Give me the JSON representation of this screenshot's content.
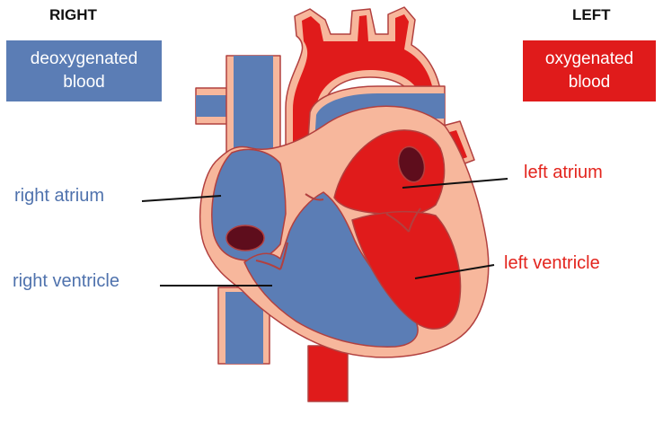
{
  "headings": {
    "right": "RIGHT",
    "left": "LEFT"
  },
  "legend": {
    "deoxygenated": {
      "line1": "deoxygenated",
      "line2": "blood"
    },
    "oxygenated": {
      "line1": "oxygenated",
      "line2": "blood"
    }
  },
  "labels": {
    "right_atrium": "right atrium",
    "right_ventricle": "right ventricle",
    "left_atrium": "left atrium",
    "left_ventricle": "left ventricle"
  },
  "colors": {
    "deoxygenated_blue": "#5b7db5",
    "oxygenated_red": "#e01b1b",
    "tissue_pink": "#f7b79c",
    "outline": "#b2403f",
    "vessel_opening": "#5e0d1c",
    "blue_text": "#4f72ad",
    "red_text": "#e3241d"
  }
}
